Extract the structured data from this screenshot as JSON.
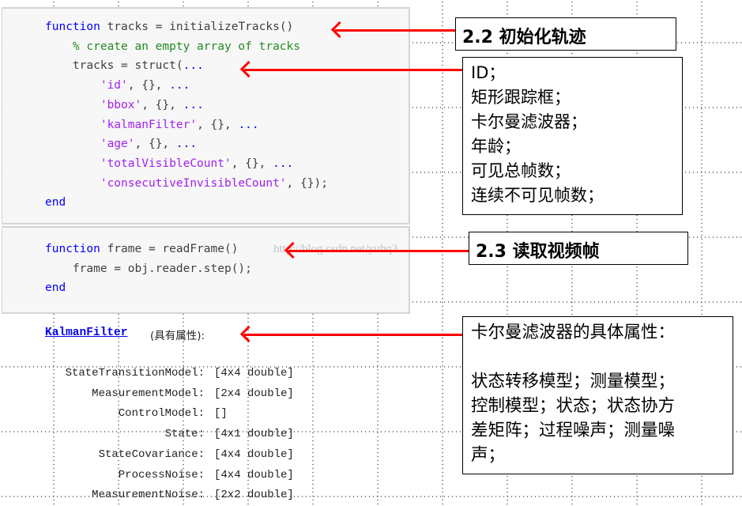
{
  "code_blocks": [
    {
      "name": "initialize-tracks-code",
      "lines": [
        [
          {
            "t": "function ",
            "c": "kw"
          },
          {
            "t": "tracks = initializeTracks()",
            "c": "pl"
          }
        ],
        [
          {
            "t": "    % create an empty array of tracks",
            "c": "cm"
          }
        ],
        [
          {
            "t": "    tracks = struct(",
            "c": "pl"
          },
          {
            "t": "...",
            "c": "dots"
          }
        ],
        [
          {
            "t": "        'id'",
            "c": "st"
          },
          {
            "t": ", {}, ",
            "c": "pl"
          },
          {
            "t": "...",
            "c": "dots"
          }
        ],
        [
          {
            "t": "        'bbox'",
            "c": "st"
          },
          {
            "t": ", {}, ",
            "c": "pl"
          },
          {
            "t": "...",
            "c": "dots"
          }
        ],
        [
          {
            "t": "        'kalmanFilter'",
            "c": "st"
          },
          {
            "t": ", {}, ",
            "c": "pl"
          },
          {
            "t": "...",
            "c": "dots"
          }
        ],
        [
          {
            "t": "        'age'",
            "c": "st"
          },
          {
            "t": ", {}, ",
            "c": "pl"
          },
          {
            "t": "...",
            "c": "dots"
          }
        ],
        [
          {
            "t": "        'totalVisibleCount'",
            "c": "st"
          },
          {
            "t": ", {}, ",
            "c": "pl"
          },
          {
            "t": "...",
            "c": "dots"
          }
        ],
        [
          {
            "t": "        'consecutiveInvisibleCount'",
            "c": "st"
          },
          {
            "t": ", {});",
            "c": "pl"
          }
        ],
        [
          {
            "t": "end",
            "c": "kw"
          }
        ]
      ]
    },
    {
      "name": "read-frame-code",
      "lines": [
        [
          {
            "t": "function ",
            "c": "kw"
          },
          {
            "t": "frame = readFrame()",
            "c": "pl"
          }
        ],
        [
          {
            "t": "    frame = obj.reader.step();",
            "c": "pl"
          }
        ],
        [
          {
            "t": "end",
            "c": "kw"
          }
        ]
      ]
    }
  ],
  "watermark": "http://blog.csdn.net/yuhq3",
  "annotations": {
    "init_tracks_title": "2.2 初始化轨迹",
    "track_fields": [
      "ID；",
      "矩形跟踪框；",
      "卡尔曼滤波器；",
      "年龄；",
      "可见总帧数；",
      "连续不可见帧数；"
    ],
    "read_frame_title": "2.3 读取视频帧",
    "kalman_heading": "卡尔曼滤波器的具体属性：",
    "kalman_lines": [
      "状态转移模型；测量模型；",
      "控制模型；状态；状态协方",
      "差矩阵；过程噪声；测量噪",
      "声；"
    ]
  },
  "kalman": {
    "link": "KalmanFilter",
    "suffix": "(具有属性):",
    "properties": [
      {
        "name": "StateTransitionModel:",
        "value": "[4x4 double]"
      },
      {
        "name": "MeasurementModel:",
        "value": "[2x4 double]"
      },
      {
        "name": "ControlModel:",
        "value": "[]"
      },
      {
        "name": "State:",
        "value": "[4x1 double]"
      },
      {
        "name": "StateCovariance:",
        "value": "[4x4 double]"
      },
      {
        "name": "ProcessNoise:",
        "value": "[4x4 double]"
      },
      {
        "name": "MeasurementNoise:",
        "value": "[2x2 double]"
      }
    ]
  },
  "colors": {
    "arrow": "#ff0000",
    "keyword": "#0000ff",
    "comment": "#228b22",
    "string": "#a020f0"
  }
}
